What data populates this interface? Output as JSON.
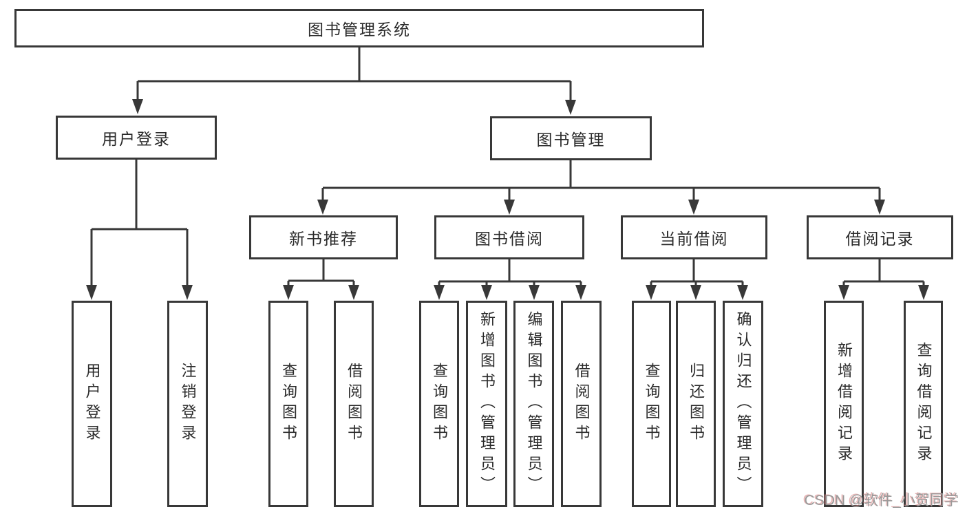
{
  "colors": {
    "line": "#383838",
    "box_border": "#383838",
    "box_background": "#ffffff",
    "text": "#2a2a2a",
    "watermark_gray": "#999999",
    "watermark_red": "#d67878"
  },
  "tree": {
    "root": {
      "label": "图书管理系统"
    },
    "level2": [
      {
        "label": "用户登录"
      },
      {
        "label": "图书管理"
      }
    ],
    "level3": [
      {
        "label": "新书推荐"
      },
      {
        "label": "图书借阅"
      },
      {
        "label": "当前借阅"
      },
      {
        "label": "借阅记录"
      }
    ],
    "leaves": [
      {
        "label": "用户登录"
      },
      {
        "label": "注销登录"
      },
      {
        "label": "查询图书"
      },
      {
        "label": "借阅图书"
      },
      {
        "label": "查询图书"
      },
      {
        "label": "新增图书（管理员）"
      },
      {
        "label": "编辑图书（管理员）"
      },
      {
        "label": "借阅图书"
      },
      {
        "label": "查询图书"
      },
      {
        "label": "归还图书"
      },
      {
        "label": "确认归还（管理员）"
      },
      {
        "label": "新增借阅记录"
      },
      {
        "label": "查询借阅记录"
      }
    ]
  },
  "watermark": {
    "text": "CSDN @软件_小贺同学"
  }
}
